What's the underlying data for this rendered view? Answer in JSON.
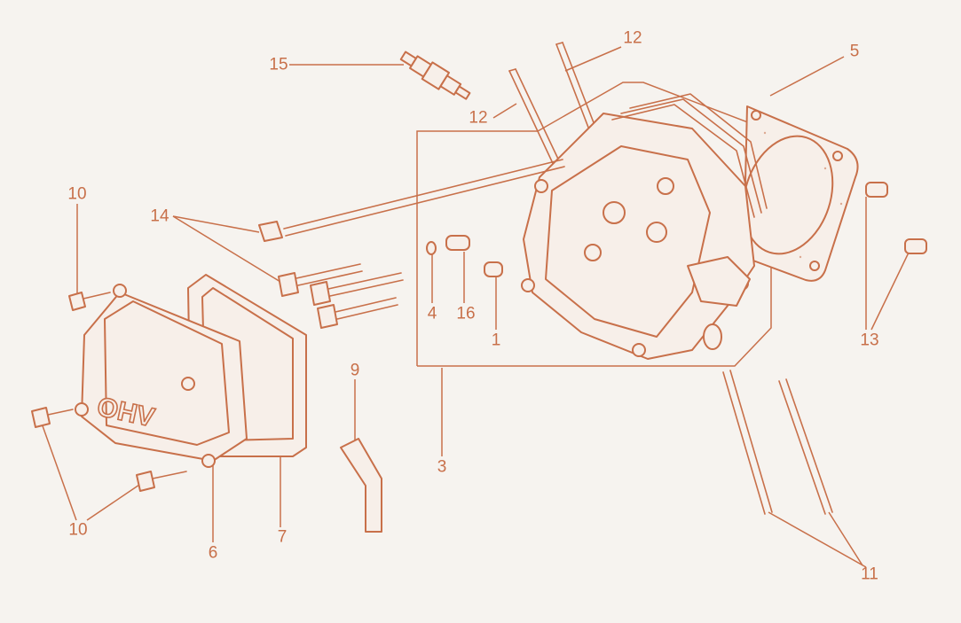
{
  "diagram": {
    "colors": {
      "line": "#c8704a",
      "background": "#f6f3ef",
      "fill": "#f7efe9"
    },
    "cover_lettering": "OHV",
    "callouts": {
      "c15": "15",
      "c12a": "12",
      "c12b": "12",
      "c5": "5",
      "c10a": "10",
      "c14": "14",
      "c4": "4",
      "c16": "16",
      "c1": "1",
      "c13": "13",
      "c9": "9",
      "c3": "3",
      "c10b": "10",
      "c6": "6",
      "c7": "7",
      "c11": "11"
    }
  }
}
